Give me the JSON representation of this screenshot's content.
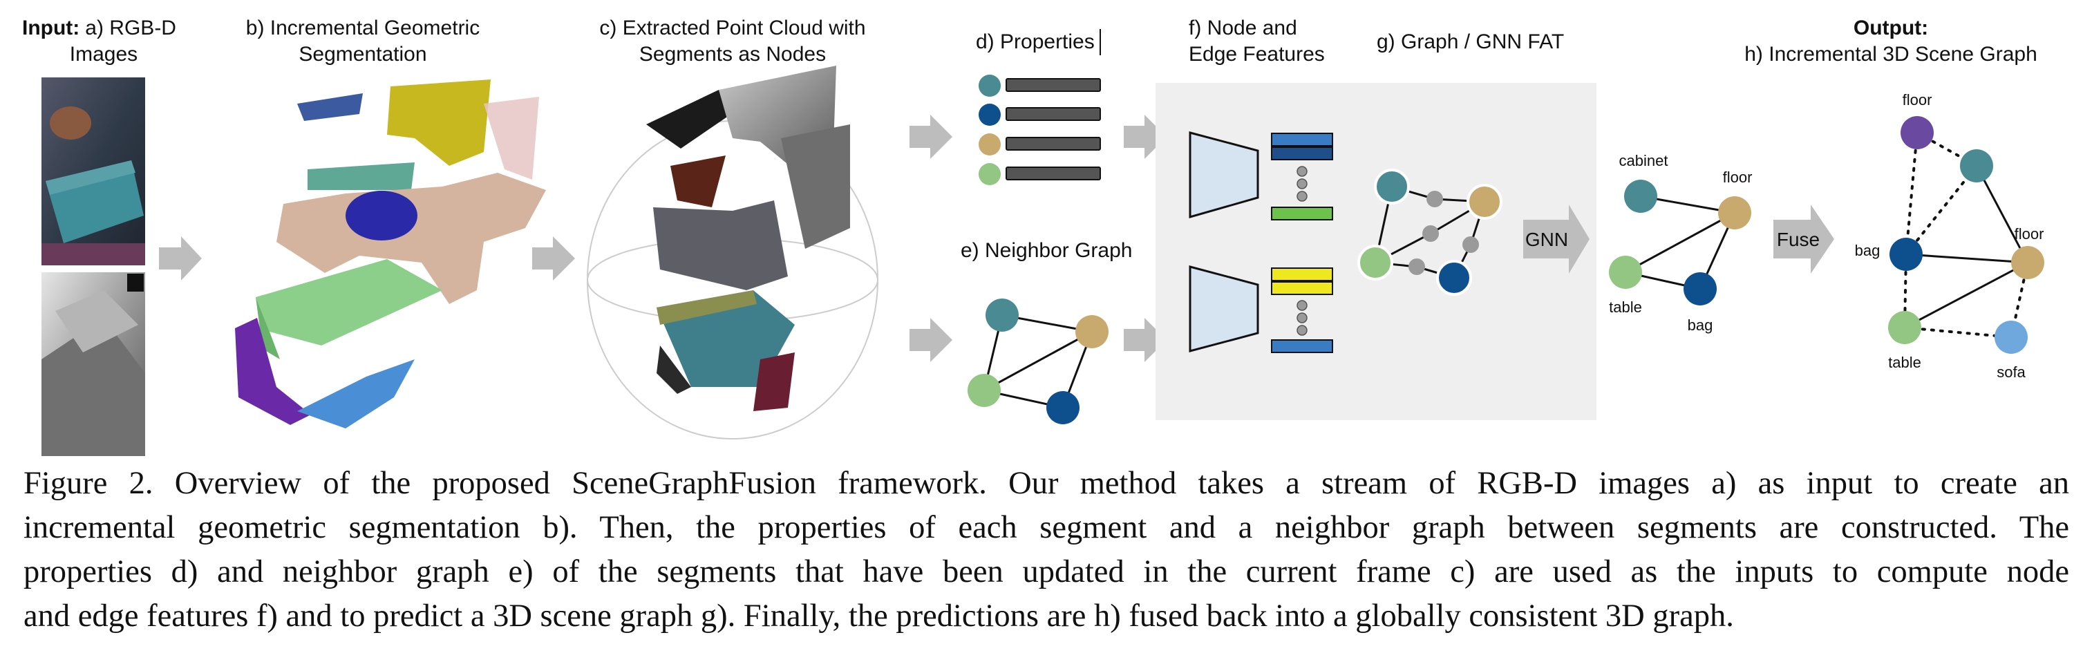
{
  "panels": {
    "input": {
      "prefix": "Input:",
      "label": "a) RGB-D",
      "label2": "Images"
    },
    "segmentation": {
      "label": "b) Incremental Geometric",
      "label2": "Segmentation"
    },
    "pointcloud": {
      "label": "c) Extracted Point Cloud with",
      "label2": "Segments as Nodes"
    },
    "properties": {
      "label": "d) Properties"
    },
    "neighbor": {
      "label": "e) Neighbor Graph"
    },
    "features": {
      "label": "f) Node and",
      "label2": "Edge Features"
    },
    "gnn": {
      "label": "g) Graph / GNN FAT"
    },
    "output": {
      "prefix": "Output:",
      "label": "h) Incremental 3D Scene Graph"
    }
  },
  "arrows": {
    "gnn": "GNN",
    "fuse": "Fuse"
  },
  "predicted_graph": {
    "labels": [
      "cabinet",
      "floor",
      "table",
      "bag"
    ]
  },
  "scene_graph": {
    "labels": [
      "floor",
      "bag",
      "floor",
      "table",
      "sofa"
    ]
  },
  "caption": {
    "lines": [
      "Figure 2. Overview of the proposed SceneGraphFusion framework. Our method takes a stream of RGB-D images a) as input to create an",
      "incremental geometric segmentation b). Then, the properties of each segment and a neighbor graph between segments are constructed. The",
      "properties d) and neighbor graph e) of the segments that have been updated in the current frame c) are used as the inputs to compute node",
      "and edge features f) and to predict a 3D scene graph g). Finally, the predictions are h) fused back into a globally consistent 3D graph."
    ]
  },
  "colors": {
    "teal": "#4a8a93",
    "navy": "#0e4f8e",
    "tan": "#c9aa6e",
    "green": "#93c682",
    "purple": "#6a4aa0",
    "lightblue": "#6fa8dc",
    "arrow": "#bdbdbd",
    "panel_bg": "#efefef"
  }
}
